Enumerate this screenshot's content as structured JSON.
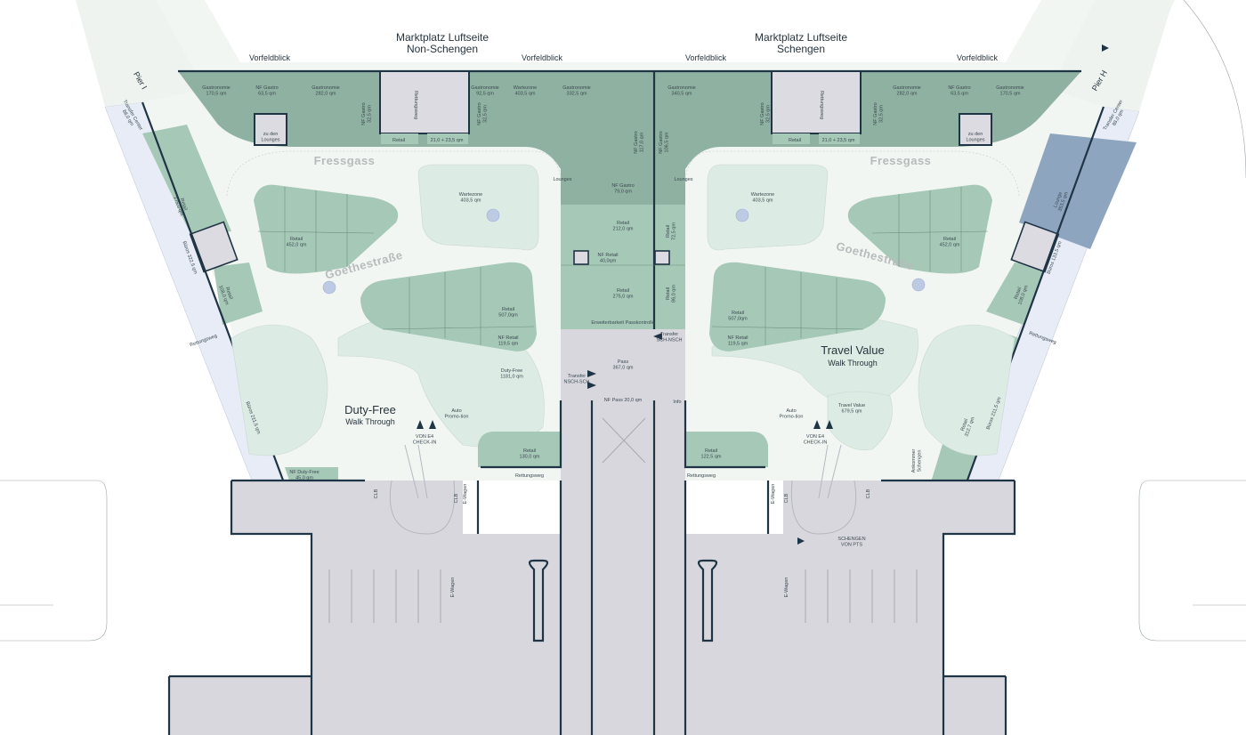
{
  "colors": {
    "gastro": "#8fb1a1",
    "retail": "#a6c8b7",
    "zone": "#dcebe3",
    "plaza": "#f2f6f3",
    "terminal": "#d8d7de",
    "offices": "#e7ecf6",
    "lounge": "#8ea5c0",
    "walls": "#1f3444"
  },
  "headings": {
    "market_left_1": "Marktplatz Luftseite",
    "market_left_2": "Non-Schengen",
    "market_right_1": "Marktplatz Luftseite",
    "market_right_2": "Schengen",
    "pier_left": "Pier I",
    "pier_right": "Pier H",
    "fressgass_left": "Fressgass",
    "fressgass_right": "Fressgass",
    "goethe_left": "Goethestraße",
    "goethe_right": "Goethestraße",
    "dutyfree_title": "Duty-Free",
    "dutyfree_sub": "Walk Through",
    "travel_title": "Travel Value",
    "travel_sub": "Walk Through"
  },
  "labels": {
    "vf1": {
      "name": "Vorfeldblick"
    },
    "vf2": {
      "name": "Vorfeldblick"
    },
    "vf3": {
      "name": "Vorfeldblick"
    },
    "vf4": {
      "name": "Vorfeldblick"
    },
    "g1": {
      "name": "Gastronomie",
      "area": "170,5 qm"
    },
    "g2": {
      "name": "NF Gastro",
      "area": "63,5 qm"
    },
    "g3": {
      "name": "Gastronomie",
      "area": "282,0 qm"
    },
    "g4": {
      "name": "Gastronomie",
      "area": "92,5 qm"
    },
    "g5": {
      "name": "Wartezone",
      "area": "403,5 qm"
    },
    "g6": {
      "name": "Gastronomie",
      "area": "332,5 qm"
    },
    "g7": {
      "name": "Gastronomie",
      "area": "340,5 qm"
    },
    "g8": {
      "name": "Gastronomie",
      "area": "282,0 qm"
    },
    "g9": {
      "name": "NF Gastro",
      "area": "63,5 qm"
    },
    "g10": {
      "name": "Gastronomie",
      "area": "170,5 qm"
    },
    "nfg1": {
      "name": "NF Gastro",
      "area": "32,5 qm"
    },
    "nfg2": {
      "name": "NF Gastro",
      "area": "32,5 qm"
    },
    "nfg3": {
      "name": "NF Gastro",
      "area": "32,5 qm"
    },
    "nfg4": {
      "name": "NF Gastro",
      "area": "32,5 qm"
    },
    "nfg5": {
      "name": "NF Gastro",
      "area": "117,0 qm"
    },
    "nfg6": {
      "name": "NF Gastro",
      "area": "106,5 qm"
    },
    "rw1": {
      "name": "Rettungsweg"
    },
    "rw2": {
      "name": "Rettungsweg"
    },
    "ret1": {
      "name": "Retail"
    },
    "ret2": {
      "name": "21,0 + 23,5 qm"
    },
    "ret3": {
      "name": "Retail"
    },
    "ret4": {
      "name": "21,0 + 23,5 qm"
    },
    "zdl1": {
      "name": "zu den",
      "area": "Lounges"
    },
    "zdl2": {
      "name": "zu den",
      "area": "Lounges"
    },
    "lo1": {
      "name": "Lounges"
    },
    "lo2": {
      "name": "Lounges"
    },
    "c1": {
      "name": "NF Gastro",
      "area": "79,0 qm"
    },
    "c2": {
      "name": "Retail",
      "area": "212,0 qm"
    },
    "c3": {
      "name": "Retail",
      "area": "72,5 qm"
    },
    "c4": {
      "name": "NF Retail",
      "area": "40,0qm"
    },
    "c5": {
      "name": "Retail",
      "area": "275,0 qm"
    },
    "c6": {
      "name": "Retail",
      "area": "86,0 qm"
    },
    "c7": {
      "name": "Erweiterbarkeit Passkontrolle"
    },
    "c8": {
      "name": "Transfer",
      "area": "SCH-NSCH"
    },
    "c9": {
      "name": "Pass",
      "area": "367,0 qm"
    },
    "c10": {
      "name": "Transfer",
      "area": "NSCH-SCH"
    },
    "c11": {
      "name": "NF Pass 20,0 qm"
    },
    "c12": {
      "name": "Info"
    },
    "wz1": {
      "name": "Wartezone",
      "area": "403,5 qm"
    },
    "wz2": {
      "name": "Wartezone",
      "area": "403,5 qm"
    },
    "r1": {
      "name": "Retail",
      "area": "452,0 qm"
    },
    "r2": {
      "name": "Retail",
      "area": "507,0qm"
    },
    "r3": {
      "name": "NF Retail",
      "area": "119,5 qm"
    },
    "r4": {
      "name": "Retail",
      "area": "452,0 qm"
    },
    "r5": {
      "name": "Retail",
      "area": "507,0qm"
    },
    "r6": {
      "name": "NF Retail",
      "area": "119,5 qm"
    },
    "df": {
      "name": "Duty-Free",
      "area": "1181,0 qm"
    },
    "tv": {
      "name": "Travel Value",
      "area": "679,5 qm"
    },
    "ap1": {
      "name": "Auto",
      "area": "Promo-tion"
    },
    "ap2": {
      "name": "Auto",
      "area": "Promo-tion"
    },
    "ci1": {
      "name": "VON E4",
      "area": "CHECK-IN"
    },
    "ci2": {
      "name": "VON E4",
      "area": "CHECK-IN"
    },
    "rb1": {
      "name": "Retail",
      "area": "130,0 qm"
    },
    "rb2": {
      "name": "Retail",
      "area": "122,5 qm"
    },
    "rw3": {
      "name": "Rettungsweg"
    },
    "rw4": {
      "name": "Rettungsweg"
    },
    "nfdf": {
      "name": "NF Duty-Free",
      "area": "45,0 qm"
    },
    "sch": {
      "name": "SCHENGEN",
      "area": "VON PTS"
    },
    "ank": {
      "name": "Ankommer",
      "area": "Schengen"
    },
    "ew1": {
      "name": "E-Wagen"
    },
    "ew2": {
      "name": "E-Wagen"
    },
    "ew3": {
      "name": "E-Wagen"
    },
    "ew4": {
      "name": "E-Wagen"
    },
    "clb1": {
      "name": "CLB"
    },
    "clb2": {
      "name": "CLB"
    },
    "clb3": {
      "name": "CLB"
    },
    "clb4": {
      "name": "CLB"
    },
    "tc1": {
      "name": "Transfer Center",
      "area": "88,0 qm"
    },
    "tc2": {
      "name": "Transfer Center",
      "area": "88,0 qm"
    },
    "pl1": {
      "name": "Retail",
      "area": "175,0 qm"
    },
    "pl2": {
      "name": "Retail",
      "area": "108,0 qm"
    },
    "pl3": {
      "name": "Büros 322,5 qm"
    },
    "pl4": {
      "name": "Büros 211,5 qm"
    },
    "pl5": {
      "name": "Rettungsweg"
    },
    "pr1": {
      "name": "Lounge",
      "area": "353,5 qm"
    },
    "pr2": {
      "name": "Büros 133,5 qm"
    },
    "pr3": {
      "name": "Retail",
      "area": "108,0 qm"
    },
    "pr4": {
      "name": "Rettungsweg"
    },
    "pr5": {
      "name": "Büros 211,5 qm"
    },
    "pr6": {
      "name": "Retail",
      "area": "312,7 qm"
    }
  }
}
